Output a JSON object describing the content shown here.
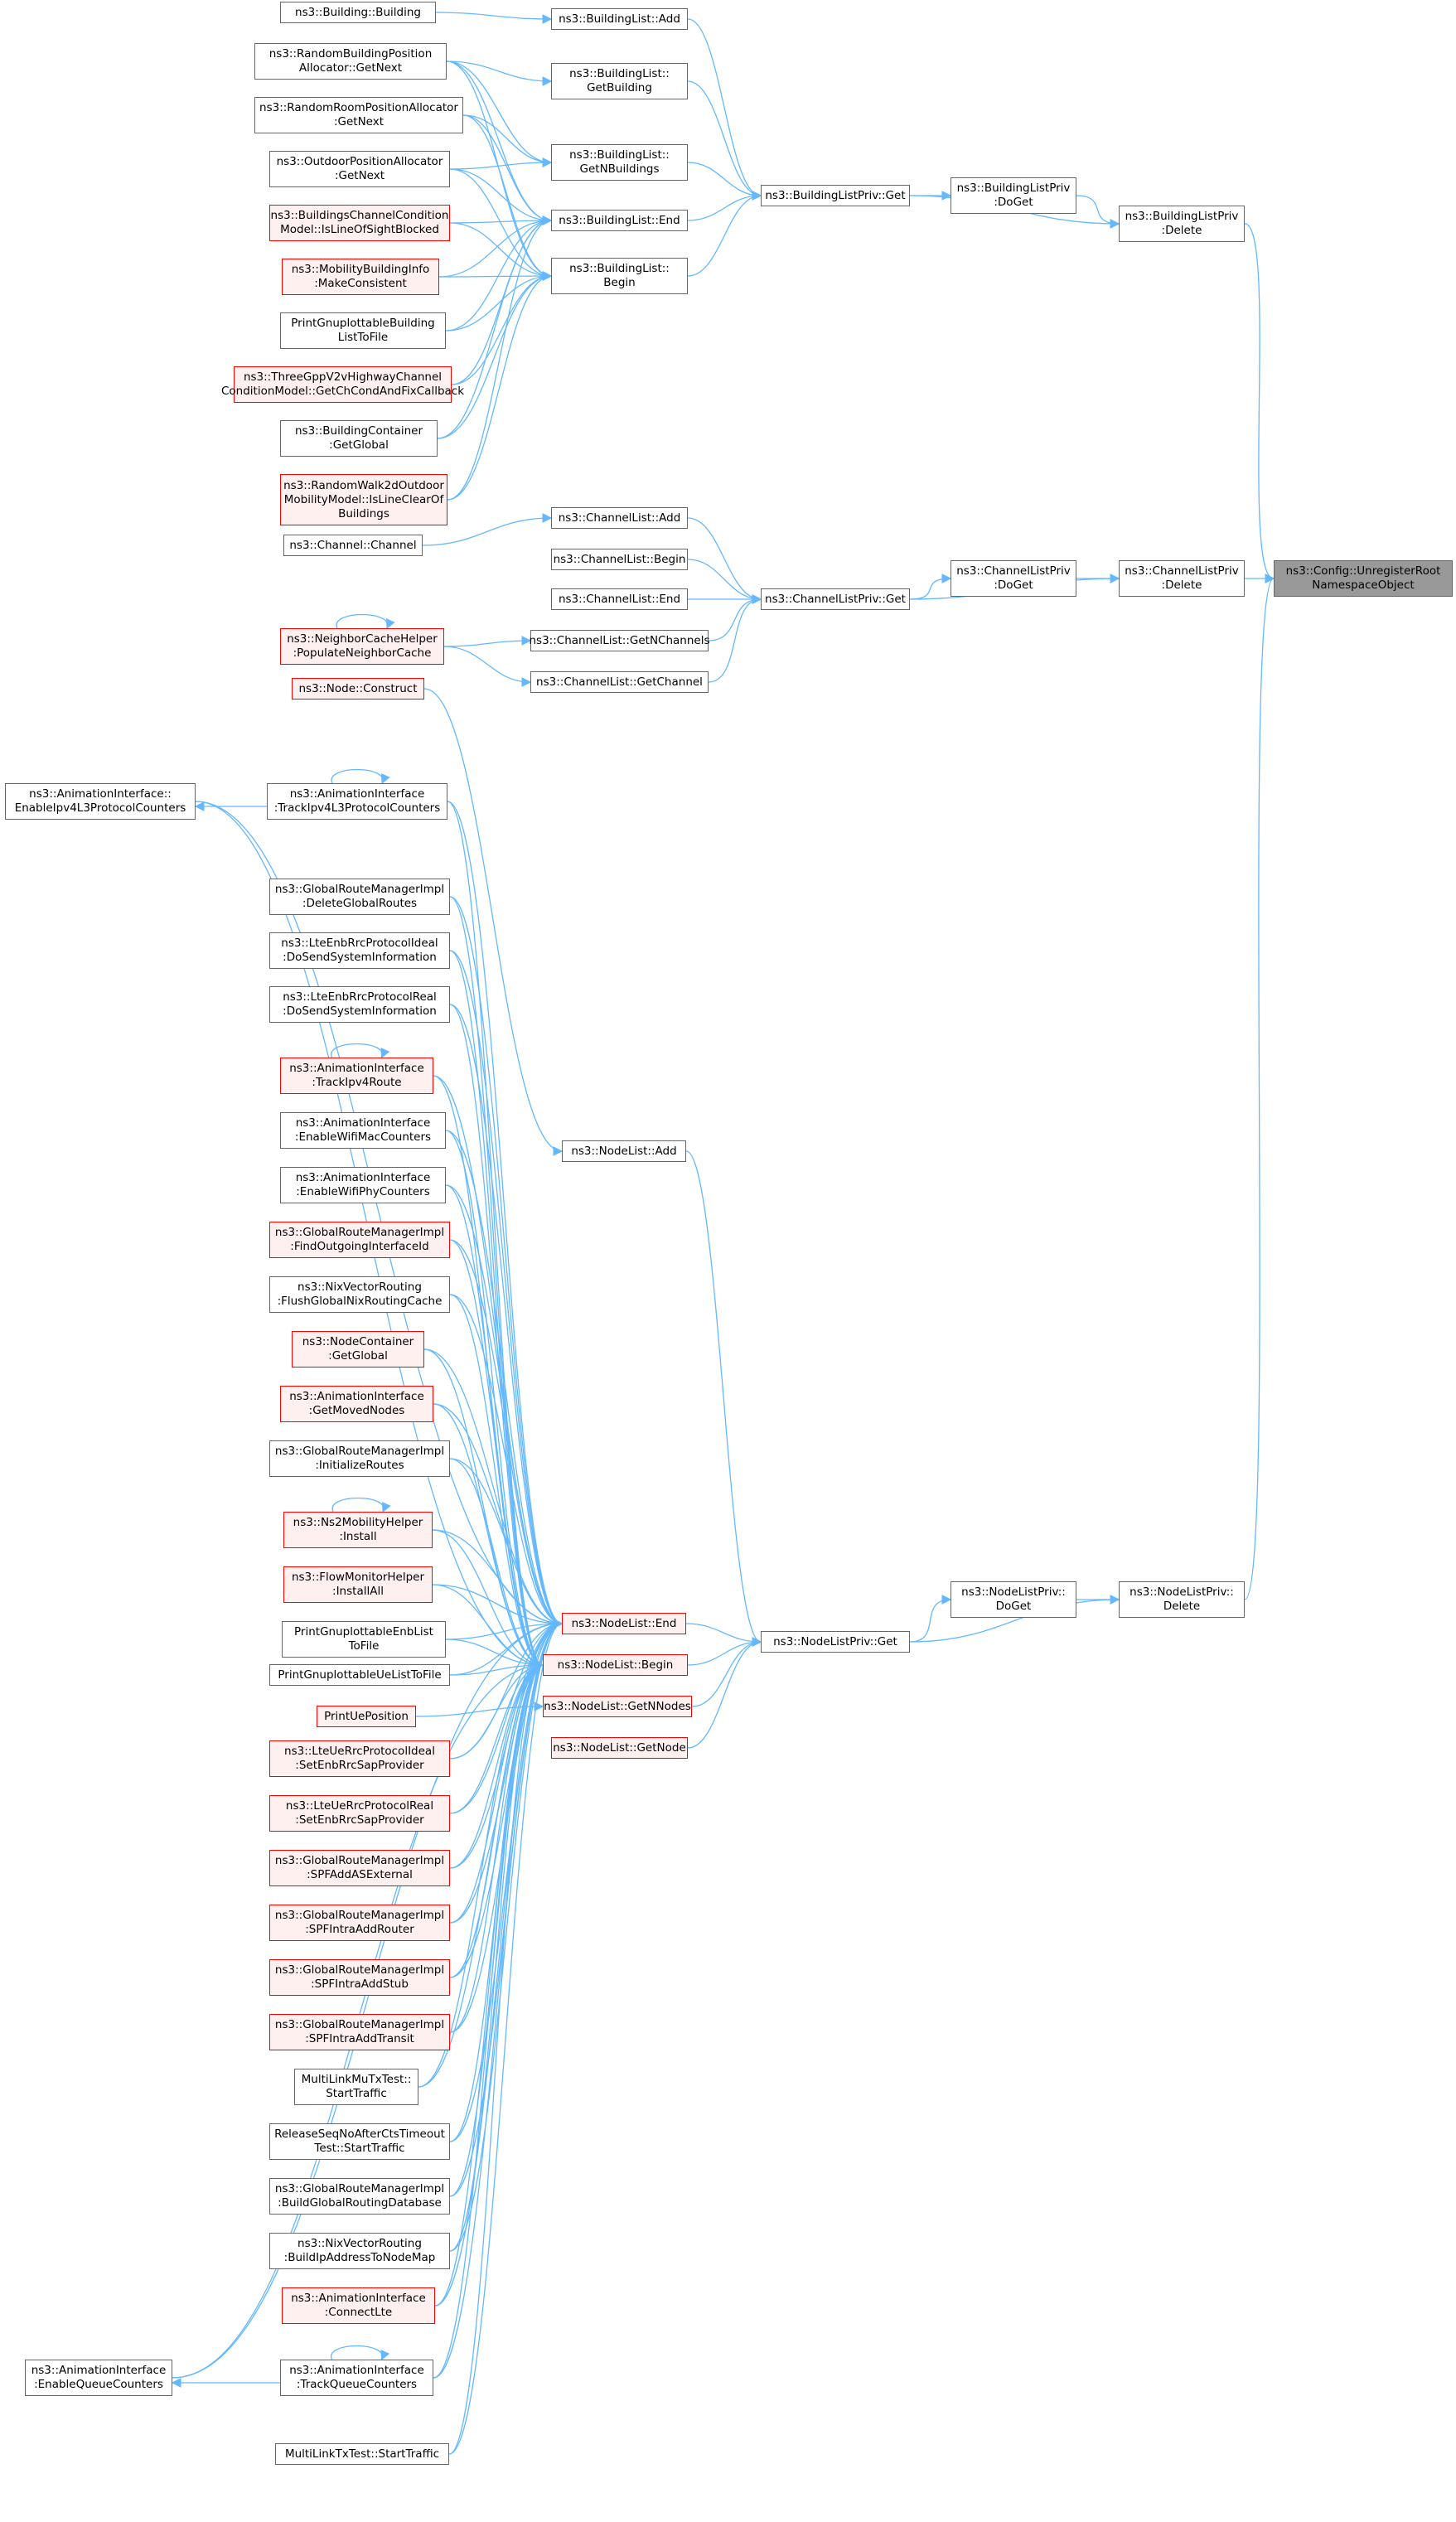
{
  "diagram": {
    "colors": {
      "edge": "#63b8ff",
      "border": "#666666",
      "red_border": "#ff0000",
      "red_fill": "#fff0f0",
      "root_fill": "#999999"
    },
    "nodes": [
      {
        "id": "root",
        "lines": [
          "ns3::Config::UnregisterRoot",
          "NamespaceObject"
        ],
        "style": "root"
      },
      {
        "id": "blp_delete",
        "lines": [
          "ns3::BuildingListPriv",
          ":Delete"
        ]
      },
      {
        "id": "clp_delete",
        "lines": [
          "ns3::ChannelListPriv",
          ":Delete"
        ]
      },
      {
        "id": "nlp_delete",
        "lines": [
          "ns3::NodeListPriv::",
          "Delete"
        ]
      },
      {
        "id": "blp_doget",
        "lines": [
          "ns3::BuildingListPriv",
          ":DoGet"
        ]
      },
      {
        "id": "clp_doget",
        "lines": [
          "ns3::ChannelListPriv",
          ":DoGet"
        ]
      },
      {
        "id": "nlp_doget",
        "lines": [
          "ns3::NodeListPriv::",
          "DoGet"
        ]
      },
      {
        "id": "blp_get",
        "lines": [
          "ns3::BuildingListPriv::Get"
        ]
      },
      {
        "id": "clp_get",
        "lines": [
          "ns3::ChannelListPriv::Get"
        ]
      },
      {
        "id": "nlp_get",
        "lines": [
          "ns3::NodeListPriv::Get"
        ]
      },
      {
        "id": "bl_add",
        "lines": [
          "ns3::BuildingList::Add"
        ]
      },
      {
        "id": "bl_getbuilding",
        "lines": [
          "ns3::BuildingList::",
          "GetBuilding"
        ]
      },
      {
        "id": "bl_getn",
        "lines": [
          "ns3::BuildingList::",
          "GetNBuildings"
        ]
      },
      {
        "id": "bl_end",
        "lines": [
          "ns3::BuildingList::End"
        ]
      },
      {
        "id": "bl_begin",
        "lines": [
          "ns3::BuildingList::",
          "Begin"
        ]
      },
      {
        "id": "cl_add",
        "lines": [
          "ns3::ChannelList::Add"
        ]
      },
      {
        "id": "cl_begin",
        "lines": [
          "ns3::ChannelList::Begin"
        ]
      },
      {
        "id": "cl_end",
        "lines": [
          "ns3::ChannelList::End"
        ]
      },
      {
        "id": "cl_getn",
        "lines": [
          "ns3::ChannelList::GetNChannels"
        ]
      },
      {
        "id": "cl_getch",
        "lines": [
          "ns3::ChannelList::GetChannel"
        ]
      },
      {
        "id": "nl_add",
        "lines": [
          "ns3::NodeList::Add"
        ]
      },
      {
        "id": "nl_end",
        "lines": [
          "ns3::NodeList::End"
        ],
        "style": "red"
      },
      {
        "id": "nl_begin",
        "lines": [
          "ns3::NodeList::Begin"
        ],
        "style": "red"
      },
      {
        "id": "nl_getn",
        "lines": [
          "ns3::NodeList::GetNNodes"
        ],
        "style": "red"
      },
      {
        "id": "nl_getnode",
        "lines": [
          "ns3::NodeList::GetNode"
        ],
        "style": "red"
      },
      {
        "id": "b_building",
        "lines": [
          "ns3::Building::Building"
        ]
      },
      {
        "id": "rbpa",
        "lines": [
          "ns3::RandomBuildingPosition",
          "Allocator::GetNext"
        ]
      },
      {
        "id": "rrpa",
        "lines": [
          "ns3::RandomRoomPositionAllocator",
          ":GetNext"
        ]
      },
      {
        "id": "opa",
        "lines": [
          "ns3::OutdoorPositionAllocator",
          ":GetNext"
        ]
      },
      {
        "id": "bccm",
        "lines": [
          "ns3::BuildingsChannelCondition",
          "Model::IsLineOfSightBlocked"
        ],
        "style": "red"
      },
      {
        "id": "mbi",
        "lines": [
          "ns3::MobilityBuildingInfo",
          ":MakeConsistent"
        ],
        "style": "red"
      },
      {
        "id": "pgb",
        "lines": [
          "PrintGnuplottableBuilding",
          "ListToFile"
        ]
      },
      {
        "id": "tgv",
        "lines": [
          "ns3::ThreeGppV2vHighwayChannel",
          "ConditionModel::GetChCondAndFixCallback"
        ],
        "style": "red"
      },
      {
        "id": "bc_global",
        "lines": [
          "ns3::BuildingContainer",
          ":GetGlobal"
        ]
      },
      {
        "id": "rw2d",
        "lines": [
          "ns3::RandomWalk2dOutdoor",
          "MobilityModel::IsLineClearOf",
          "Buildings"
        ],
        "style": "red"
      },
      {
        "id": "ch_channel",
        "lines": [
          "ns3::Channel::Channel"
        ]
      },
      {
        "id": "nch",
        "lines": [
          "ns3::NeighborCacheHelper",
          ":PopulateNeighborCache"
        ],
        "style": "red"
      },
      {
        "id": "node_construct",
        "lines": [
          "ns3::Node::Construct"
        ],
        "style": "red"
      },
      {
        "id": "ai_enable_ipv4",
        "lines": [
          "ns3::AnimationInterface::",
          "EnableIpv4L3ProtocolCounters"
        ]
      },
      {
        "id": "ai_track_ipv4",
        "lines": [
          "ns3::AnimationInterface",
          ":TrackIpv4L3ProtocolCounters"
        ]
      },
      {
        "id": "grm_delete",
        "lines": [
          "ns3::GlobalRouteManagerImpl",
          ":DeleteGlobalRoutes"
        ]
      },
      {
        "id": "lte_ideal_dosend",
        "lines": [
          "ns3::LteEnbRrcProtocolIdeal",
          ":DoSendSystemInformation"
        ]
      },
      {
        "id": "lte_real_dosend",
        "lines": [
          "ns3::LteEnbRrcProtocolReal",
          ":DoSendSystemInformation"
        ]
      },
      {
        "id": "ai_track_route",
        "lines": [
          "ns3::AnimationInterface",
          ":TrackIpv4Route"
        ],
        "style": "red"
      },
      {
        "id": "ai_wifimac",
        "lines": [
          "ns3::AnimationInterface",
          ":EnableWifiMacCounters"
        ]
      },
      {
        "id": "ai_wifiphy",
        "lines": [
          "ns3::AnimationInterface",
          ":EnableWifiPhyCounters"
        ]
      },
      {
        "id": "grm_find",
        "lines": [
          "ns3::GlobalRouteManagerImpl",
          ":FindOutgoingInterfaceId"
        ],
        "style": "red"
      },
      {
        "id": "nix_flush",
        "lines": [
          "ns3::NixVectorRouting",
          ":FlushGlobalNixRoutingCache"
        ]
      },
      {
        "id": "nc_global",
        "lines": [
          "ns3::NodeContainer",
          ":GetGlobal"
        ],
        "style": "red"
      },
      {
        "id": "ai_moved",
        "lines": [
          "ns3::AnimationInterface",
          ":GetMovedNodes"
        ],
        "style": "red"
      },
      {
        "id": "grm_init",
        "lines": [
          "ns3::GlobalRouteManagerImpl",
          ":InitializeRoutes"
        ]
      },
      {
        "id": "ns2_install",
        "lines": [
          "ns3::Ns2MobilityHelper",
          ":Install"
        ],
        "style": "red"
      },
      {
        "id": "fm_installall",
        "lines": [
          "ns3::FlowMonitorHelper",
          ":InstallAll"
        ],
        "style": "red"
      },
      {
        "id": "pg_enb",
        "lines": [
          "PrintGnuplottableEnbList",
          "ToFile"
        ]
      },
      {
        "id": "pg_ue",
        "lines": [
          "PrintGnuplottableUeListToFile"
        ]
      },
      {
        "id": "print_ue",
        "lines": [
          "PrintUePosition"
        ],
        "style": "red"
      },
      {
        "id": "lte_ue_ideal",
        "lines": [
          "ns3::LteUeRrcProtocolIdeal",
          ":SetEnbRrcSapProvider"
        ],
        "style": "red"
      },
      {
        "id": "lte_ue_real",
        "lines": [
          "ns3::LteUeRrcProtocolReal",
          ":SetEnbRrcSapProvider"
        ],
        "style": "red"
      },
      {
        "id": "grm_spf_ase",
        "lines": [
          "ns3::GlobalRouteManagerImpl",
          ":SPFAddASExternal"
        ],
        "style": "red"
      },
      {
        "id": "grm_spf_router",
        "lines": [
          "ns3::GlobalRouteManagerImpl",
          ":SPFIntraAddRouter"
        ],
        "style": "red"
      },
      {
        "id": "grm_spf_stub",
        "lines": [
          "ns3::GlobalRouteManagerImpl",
          ":SPFIntraAddStub"
        ],
        "style": "red"
      },
      {
        "id": "grm_spf_transit",
        "lines": [
          "ns3::GlobalRouteManagerImpl",
          ":SPFIntraAddTransit"
        ],
        "style": "red"
      },
      {
        "id": "mlmu",
        "lines": [
          "MultiLinkMuTxTest::",
          "StartTraffic"
        ]
      },
      {
        "id": "rsn",
        "lines": [
          "ReleaseSeqNoAfterCtsTimeout",
          "Test::StartTraffic"
        ]
      },
      {
        "id": "grm_build",
        "lines": [
          "ns3::GlobalRouteManagerImpl",
          ":BuildGlobalRoutingDatabase"
        ]
      },
      {
        "id": "nix_build",
        "lines": [
          "ns3::NixVectorRouting",
          ":BuildIpAddressToNodeMap"
        ]
      },
      {
        "id": "ai_connectlte",
        "lines": [
          "ns3::AnimationInterface",
          ":ConnectLte"
        ],
        "style": "red"
      },
      {
        "id": "ai_enable_queue",
        "lines": [
          "ns3::AnimationInterface",
          ":EnableQueueCounters"
        ]
      },
      {
        "id": "ai_track_queue",
        "lines": [
          "ns3::AnimationInterface",
          ":TrackQueueCounters"
        ]
      },
      {
        "id": "ml_start",
        "lines": [
          "MultiLinkTxTest::StartTraffic"
        ]
      }
    ],
    "edges": [
      [
        "blp_delete",
        "root"
      ],
      [
        "clp_delete",
        "root"
      ],
      [
        "nlp_delete",
        "root"
      ],
      [
        "blp_doget",
        "blp_delete"
      ],
      [
        "clp_doget",
        "clp_delete"
      ],
      [
        "nlp_doget",
        "nlp_delete"
      ],
      [
        "blp_get",
        "blp_doget"
      ],
      [
        "blp_get",
        "blp_delete"
      ],
      [
        "clp_get",
        "clp_doget"
      ],
      [
        "clp_get",
        "clp_delete"
      ],
      [
        "nlp_get",
        "nlp_doget"
      ],
      [
        "nlp_get",
        "nlp_delete"
      ],
      [
        "bl_add",
        "blp_get"
      ],
      [
        "bl_getbuilding",
        "blp_get"
      ],
      [
        "bl_getn",
        "blp_get"
      ],
      [
        "bl_end",
        "blp_get"
      ],
      [
        "bl_begin",
        "blp_get"
      ],
      [
        "cl_add",
        "clp_get"
      ],
      [
        "cl_begin",
        "clp_get"
      ],
      [
        "cl_end",
        "clp_get"
      ],
      [
        "cl_getn",
        "clp_get"
      ],
      [
        "cl_getch",
        "clp_get"
      ],
      [
        "nl_add",
        "nlp_get"
      ],
      [
        "nl_end",
        "nlp_get"
      ],
      [
        "nl_begin",
        "nlp_get"
      ],
      [
        "nl_getn",
        "nlp_get"
      ],
      [
        "nl_getnode",
        "nlp_get"
      ],
      [
        "b_building",
        "bl_add"
      ],
      [
        "rbpa",
        "bl_getbuilding"
      ],
      [
        "rbpa",
        "bl_getn"
      ],
      [
        "rbpa",
        "bl_end"
      ],
      [
        "rbpa",
        "bl_begin"
      ],
      [
        "rrpa",
        "bl_getn"
      ],
      [
        "rrpa",
        "bl_end"
      ],
      [
        "rrpa",
        "bl_begin"
      ],
      [
        "opa",
        "bl_getn"
      ],
      [
        "opa",
        "bl_end"
      ],
      [
        "opa",
        "bl_begin"
      ],
      [
        "bccm",
        "bl_end"
      ],
      [
        "bccm",
        "bl_begin"
      ],
      [
        "mbi",
        "bl_end"
      ],
      [
        "mbi",
        "bl_begin"
      ],
      [
        "pgb",
        "bl_end"
      ],
      [
        "pgb",
        "bl_begin"
      ],
      [
        "tgv",
        "bl_end"
      ],
      [
        "tgv",
        "bl_begin"
      ],
      [
        "bc_global",
        "bl_end"
      ],
      [
        "bc_global",
        "bl_begin"
      ],
      [
        "rw2d",
        "bl_end"
      ],
      [
        "rw2d",
        "bl_begin"
      ],
      [
        "ch_channel",
        "cl_add"
      ],
      [
        "nch",
        "cl_getn"
      ],
      [
        "nch",
        "cl_getch"
      ],
      [
        "nch",
        "nch"
      ],
      [
        "node_construct",
        "nl_add"
      ],
      [
        "ai_track_ipv4",
        "ai_enable_ipv4"
      ],
      [
        "ai_track_ipv4",
        "ai_track_ipv4"
      ],
      [
        "ai_track_route",
        "ai_track_route"
      ],
      [
        "ns2_install",
        "ns2_install"
      ],
      [
        "ai_track_queue",
        "ai_track_queue"
      ],
      [
        "ai_track_queue",
        "ai_enable_queue"
      ],
      [
        "ai_enable_ipv4",
        "nl_end"
      ],
      [
        "ai_enable_ipv4",
        "nl_begin"
      ],
      [
        "ai_enable_queue",
        "nl_end"
      ],
      [
        "ai_enable_queue",
        "nl_begin"
      ],
      [
        "ai_track_ipv4",
        "nl_end"
      ],
      [
        "ai_track_ipv4",
        "nl_begin"
      ],
      [
        "grm_delete",
        "nl_end"
      ],
      [
        "grm_delete",
        "nl_begin"
      ],
      [
        "lte_ideal_dosend",
        "nl_end"
      ],
      [
        "lte_ideal_dosend",
        "nl_begin"
      ],
      [
        "lte_real_dosend",
        "nl_end"
      ],
      [
        "lte_real_dosend",
        "nl_begin"
      ],
      [
        "ai_track_route",
        "nl_end"
      ],
      [
        "ai_track_route",
        "nl_begin"
      ],
      [
        "ai_wifimac",
        "nl_end"
      ],
      [
        "ai_wifimac",
        "nl_begin"
      ],
      [
        "ai_wifiphy",
        "nl_end"
      ],
      [
        "ai_wifiphy",
        "nl_begin"
      ],
      [
        "grm_find",
        "nl_end"
      ],
      [
        "grm_find",
        "nl_begin"
      ],
      [
        "nix_flush",
        "nl_end"
      ],
      [
        "nix_flush",
        "nl_begin"
      ],
      [
        "nc_global",
        "nl_end"
      ],
      [
        "nc_global",
        "nl_begin"
      ],
      [
        "ai_moved",
        "nl_end"
      ],
      [
        "ai_moved",
        "nl_begin"
      ],
      [
        "grm_init",
        "nl_end"
      ],
      [
        "grm_init",
        "nl_begin"
      ],
      [
        "ns2_install",
        "nl_end"
      ],
      [
        "ns2_install",
        "nl_begin"
      ],
      [
        "fm_installall",
        "nl_end"
      ],
      [
        "fm_installall",
        "nl_begin"
      ],
      [
        "pg_enb",
        "nl_end"
      ],
      [
        "pg_enb",
        "nl_begin"
      ],
      [
        "pg_ue",
        "nl_end"
      ],
      [
        "pg_ue",
        "nl_begin"
      ],
      [
        "print_ue",
        "nl_getn"
      ],
      [
        "lte_ue_ideal",
        "nl_end"
      ],
      [
        "lte_ue_ideal",
        "nl_begin"
      ],
      [
        "lte_ue_real",
        "nl_end"
      ],
      [
        "lte_ue_real",
        "nl_begin"
      ],
      [
        "grm_spf_ase",
        "nl_end"
      ],
      [
        "grm_spf_ase",
        "nl_begin"
      ],
      [
        "grm_spf_router",
        "nl_end"
      ],
      [
        "grm_spf_router",
        "nl_begin"
      ],
      [
        "grm_spf_stub",
        "nl_end"
      ],
      [
        "grm_spf_stub",
        "nl_begin"
      ],
      [
        "grm_spf_transit",
        "nl_end"
      ],
      [
        "grm_spf_transit",
        "nl_begin"
      ],
      [
        "mlmu",
        "nl_end"
      ],
      [
        "mlmu",
        "nl_begin"
      ],
      [
        "rsn",
        "nl_end"
      ],
      [
        "rsn",
        "nl_begin"
      ],
      [
        "grm_build",
        "nl_end"
      ],
      [
        "grm_build",
        "nl_begin"
      ],
      [
        "nix_build",
        "nl_end"
      ],
      [
        "nix_build",
        "nl_begin"
      ],
      [
        "ai_connectlte",
        "nl_end"
      ],
      [
        "ai_connectlte",
        "nl_begin"
      ],
      [
        "ai_track_queue",
        "nl_end"
      ],
      [
        "ai_track_queue",
        "nl_begin"
      ],
      [
        "ml_start",
        "nl_end"
      ],
      [
        "ml_start",
        "nl_begin"
      ]
    ]
  }
}
